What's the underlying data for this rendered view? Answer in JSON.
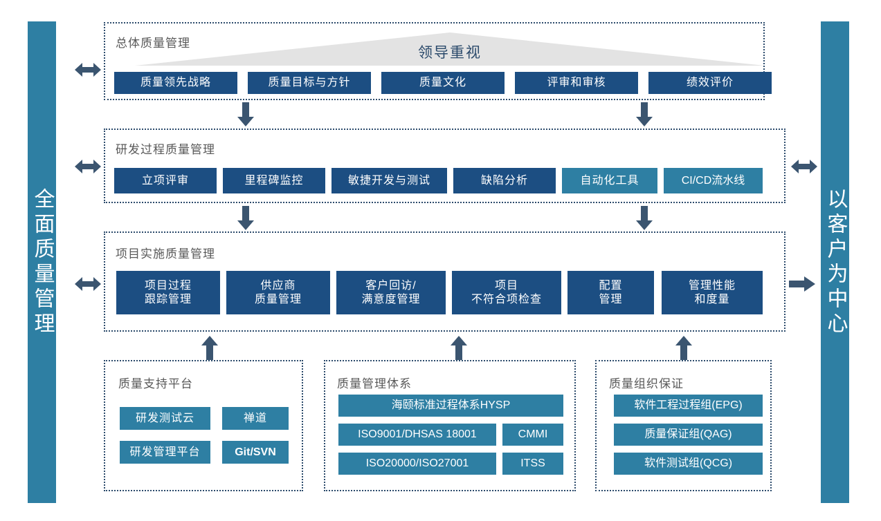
{
  "left_bar": {
    "label": "全面质量管理"
  },
  "right_bar": {
    "label": "以客户为中心"
  },
  "leader": {
    "label": "领导重视"
  },
  "rows": [
    {
      "title": "总体质量管理",
      "boxes": [
        {
          "label": "质量领先战略",
          "color": "navy"
        },
        {
          "label": "质量目标与方针",
          "color": "navy"
        },
        {
          "label": "质量文化",
          "color": "navy"
        },
        {
          "label": "评审和审核",
          "color": "navy"
        },
        {
          "label": "绩效评价",
          "color": "navy"
        }
      ]
    },
    {
      "title": "研发过程质量管理",
      "boxes": [
        {
          "label": "立项评审",
          "color": "navy"
        },
        {
          "label": "里程碑监控",
          "color": "navy"
        },
        {
          "label": "敏捷开发与测试",
          "color": "navy"
        },
        {
          "label": "缺陷分析",
          "color": "navy"
        },
        {
          "label": "自动化工具",
          "color": "teal"
        },
        {
          "label": "CI/CD流水线",
          "color": "teal"
        }
      ]
    },
    {
      "title": "项目实施质量管理",
      "boxes": [
        {
          "label": "项目过程\n跟踪管理",
          "color": "navy"
        },
        {
          "label": "供应商\n质量管理",
          "color": "navy"
        },
        {
          "label": "客户回访/\n满意度管理",
          "color": "navy"
        },
        {
          "label": "项目\n不符合项检查",
          "color": "navy"
        },
        {
          "label": "配置\n管理",
          "color": "navy"
        },
        {
          "label": "管理性能\n和度量",
          "color": "navy"
        }
      ]
    }
  ],
  "bottom_panels": [
    {
      "title": "质量支持平台",
      "boxes": [
        {
          "label": "研发测试云",
          "color": "teal"
        },
        {
          "label": "禅道",
          "color": "teal"
        },
        {
          "label": "研发管理平台",
          "color": "teal"
        },
        {
          "label": "Git/SVN",
          "color": "teal"
        }
      ]
    },
    {
      "title": "质量管理体系",
      "boxes": [
        {
          "label": "海颐标准过程体系HYSP",
          "color": "teal"
        },
        {
          "label": "ISO9001/DHSAS 18001",
          "color": "teal"
        },
        {
          "label": "CMMI",
          "color": "teal"
        },
        {
          "label": "ISO20000/ISO27001",
          "color": "teal"
        },
        {
          "label": "ITSS",
          "color": "teal"
        }
      ]
    },
    {
      "title": "质量组织保证",
      "boxes": [
        {
          "label": "软件工程过程组(EPG)",
          "color": "teal"
        },
        {
          "label": "质量保证组(QAG)",
          "color": "teal"
        },
        {
          "label": "软件测试组(QCG)",
          "color": "teal"
        }
      ]
    }
  ],
  "colors": {
    "navy": "#1C4E82",
    "teal": "#2E7FA3",
    "arrow": "#3B5570",
    "triangle": "#E3E3E3",
    "panel_border": "#2b4a6b",
    "panel_title": "#595959"
  }
}
